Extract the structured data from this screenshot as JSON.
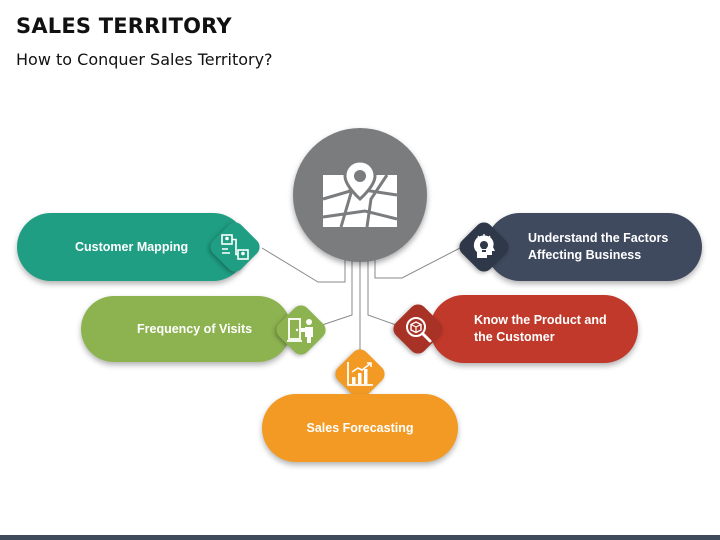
{
  "header": {
    "title": "SALES TERRITORY",
    "subtitle": "How to Conquer Sales Territory?"
  },
  "colors": {
    "hub": "#7b7c7e",
    "customer_mapping": "#1f9e83",
    "frequency_of_visits": "#8db350",
    "sales_forecasting": "#f29a23",
    "know_product_customer": "#c0392b",
    "understand_factors": "#3f4a5e"
  },
  "hub": {
    "icon": "map-location-icon"
  },
  "items": {
    "customer_mapping": {
      "label": "Customer Mapping",
      "icon": "customer-mapping-icon"
    },
    "frequency_of_visits": {
      "label": "Frequency of Visits",
      "icon": "door-visit-icon"
    },
    "sales_forecasting": {
      "label": "Sales Forecasting",
      "icon": "bar-chart-growth-icon"
    },
    "know_product_customer": {
      "line1": "Know the Product and",
      "line2": "the Customer",
      "icon": "product-search-icon"
    },
    "understand_factors": {
      "line1": "Understand the Factors",
      "line2": "Affecting Business",
      "icon": "lightbulb-head-icon"
    }
  }
}
